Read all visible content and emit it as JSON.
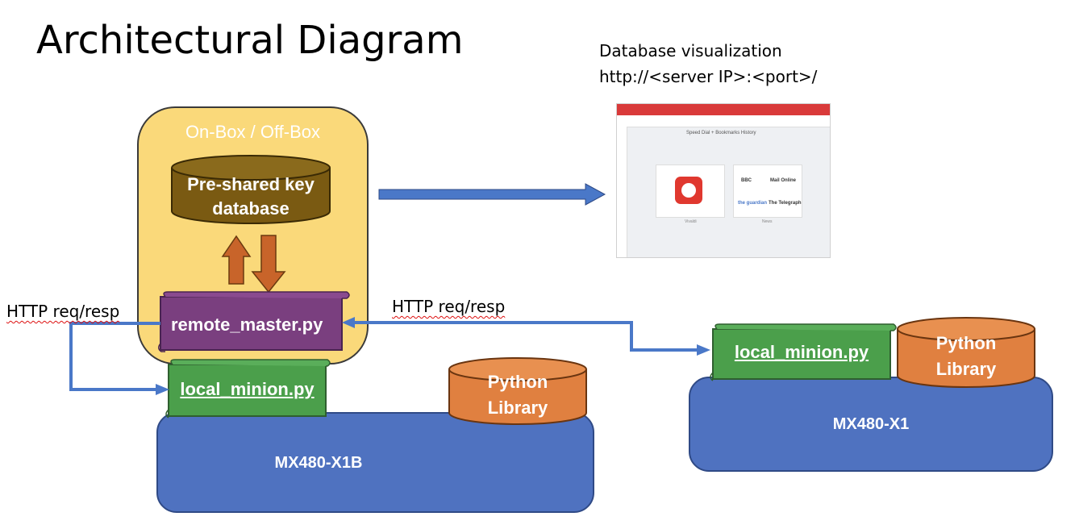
{
  "title": "Architectural Diagram",
  "db_visualization": {
    "label": "Database visualization",
    "url": "http://<server IP>:<port>/"
  },
  "onbox": {
    "label": "On-Box / Off-Box",
    "database": "Pre-shared key\ndatabase",
    "database_line1": "Pre-shared key",
    "database_line2": "database",
    "master": "remote_master.py"
  },
  "left_node": {
    "http_label": "HTTP req/resp",
    "minion": "local_minion.py",
    "library_line1": "Python",
    "library_line2": "Library",
    "device": "MX480-X1B"
  },
  "right_node": {
    "http_label": "HTTP req/resp",
    "minion": "local_minion.py",
    "library_line1": "Python",
    "library_line2": "Library",
    "device": "MX480-X1"
  },
  "browser_thumbnail": {
    "tab_labels": "Speed Dial  +  Bookmarks   History",
    "tile1_caption": "Vivaldi",
    "tile2_caption": "News",
    "tile2_items": [
      "BBC",
      "Mail Online",
      "the guardian",
      "The Telegraph"
    ]
  },
  "colors": {
    "onbox_fill": "#fad97a",
    "db_fill": "#7a5a12",
    "arrow_brown": "#c8642a",
    "master_fill": "#7a3f7f",
    "minion_fill": "#4b9f4b",
    "library_fill": "#e08040",
    "device_fill": "#4f72c0",
    "connector_blue": "#4a78c8"
  }
}
